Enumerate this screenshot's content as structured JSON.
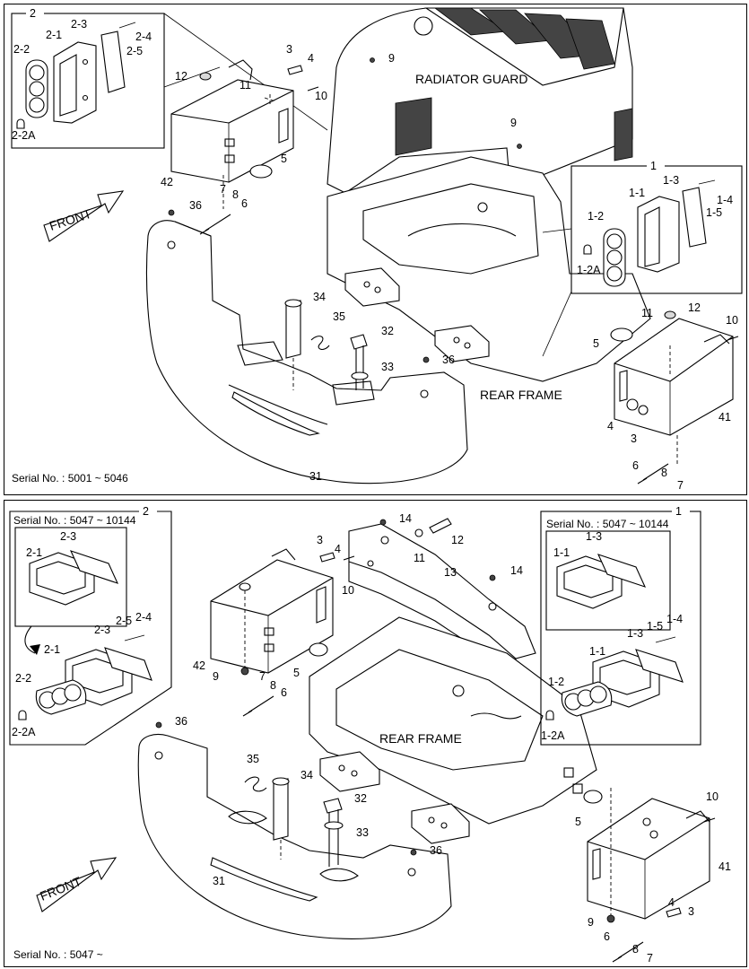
{
  "top_panel": {
    "serial_note": "Serial No. : 5001 ~ 5046",
    "labels": {
      "radiator_guard": "RADIATOR GUARD",
      "rear_frame": "REAR FRAME",
      "front": "FRONT"
    },
    "inset_left": {
      "group": "2",
      "parts": [
        "2-1",
        "2-2",
        "2-2A",
        "2-3",
        "2-4",
        "2-5"
      ]
    },
    "inset_right": {
      "group": "1",
      "parts": [
        "1-1",
        "1-2",
        "1-2A",
        "1-3",
        "1-4",
        "1-5"
      ]
    },
    "callouts": [
      "3",
      "4",
      "5",
      "6",
      "7",
      "8",
      "9",
      "10",
      "11",
      "12",
      "31",
      "32",
      "33",
      "34",
      "35",
      "36",
      "41",
      "42"
    ]
  },
  "bottom_panel": {
    "serial_note": "Serial No. : 5047 ~",
    "labels": {
      "rear_frame": "REAR FRAME",
      "front": "FRONT"
    },
    "inset_left": {
      "group": "2",
      "serial": "Serial No. : 5047 ~ 10144",
      "parts": [
        "2-1",
        "2-2",
        "2-2A",
        "2-3",
        "2-4",
        "2-5"
      ]
    },
    "inset_right": {
      "group": "1",
      "serial": "Serial No. : 5047 ~ 10144",
      "parts": [
        "1-1",
        "1-2",
        "1-2A",
        "1-3",
        "1-4",
        "1-5"
      ]
    },
    "callouts": [
      "3",
      "4",
      "5",
      "6",
      "7",
      "8",
      "9",
      "10",
      "11",
      "12",
      "13",
      "14",
      "31",
      "32",
      "33",
      "34",
      "35",
      "36",
      "41",
      "42"
    ]
  }
}
